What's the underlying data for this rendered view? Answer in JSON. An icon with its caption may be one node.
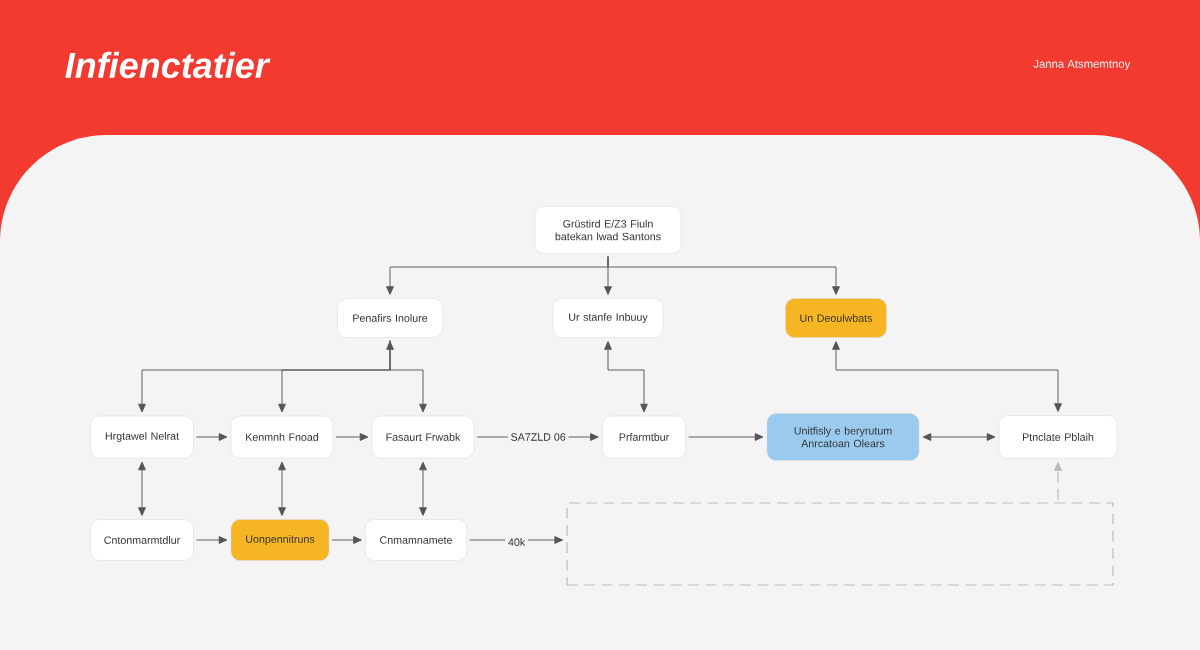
{
  "diagram": {
    "title": "Infienctatier",
    "nodes": [
      {
        "text": [
          "Grüstird E/Z3 Fiuln batekan lwad Santons"
        ]
      },
      {
        "text": [
          "Penafirs Inolure"
        ]
      },
      {
        "text": [
          "Ur stanfe Inbuuy"
        ]
      },
      {
        "text": [
          "Un Deoulwbats"
        ]
      },
      {
        "text": [
          "Hrgtawel Nelrat"
        ]
      },
      {
        "text": [
          "Kenmnh Fnoad"
        ]
      },
      {
        "text": [
          "Fasaurt Frwabk"
        ]
      },
      {
        "text": [
          "Prfarmtbur"
        ]
      },
      {
        "text": [
          "Unitfisly e beryrutum Anrcatoan Olears"
        ]
      },
      {
        "text": [
          "Ptnclate Pblaih"
        ]
      },
      {
        "text": [
          "Cntonmarmtdlur"
        ]
      },
      {
        "text": [
          "Uonpennitruns"
        ]
      },
      {
        "text": [
          "Cnmamnamete"
        ]
      },
      {
        "text": [],
        "shape": "box"
      }
    ],
    "edges": [
      {
        "from": 0,
        "to": 1,
        "arrow": "to"
      },
      {
        "from": 0,
        "to": 2,
        "arrow": "to"
      },
      {
        "from": 0,
        "to": 3,
        "arrow": "to"
      },
      {
        "from": 1,
        "to": 4,
        "arrow": "both"
      },
      {
        "from": 1,
        "to": 5,
        "arrow": "to"
      },
      {
        "from": 1,
        "to": 6,
        "arrow": "to"
      },
      {
        "from": 2,
        "to": 7,
        "arrow": "both"
      },
      {
        "from": 3,
        "to": 9,
        "arrow": "both"
      },
      {
        "from": 4,
        "to": 5,
        "arrow": "to"
      },
      {
        "from": 5,
        "to": 6,
        "arrow": "to"
      },
      {
        "from": 6,
        "to": 7,
        "arrow": "to",
        "label": "SA7ZLD 06"
      },
      {
        "from": 7,
        "to": 8,
        "arrow": "to"
      },
      {
        "from": 8,
        "to": 9,
        "arrow": "both"
      },
      {
        "from": 4,
        "to": 10,
        "arrow": "both"
      },
      {
        "from": 5,
        "to": 11,
        "arrow": "both"
      },
      {
        "from": 6,
        "to": 12,
        "arrow": "both"
      },
      {
        "from": 10,
        "to": 11,
        "arrow": "to"
      },
      {
        "from": 11,
        "to": 12,
        "arrow": "to"
      },
      {
        "from": 12,
        "to": 13,
        "arrow": "to",
        "label": "40k"
      },
      {
        "from": 13,
        "to": 9,
        "arrow": "to",
        "style": "dashed",
        "color": "#bbbbbb"
      }
    ],
    "labels": [
      "Janna Atsmemtnoy"
    ]
  }
}
